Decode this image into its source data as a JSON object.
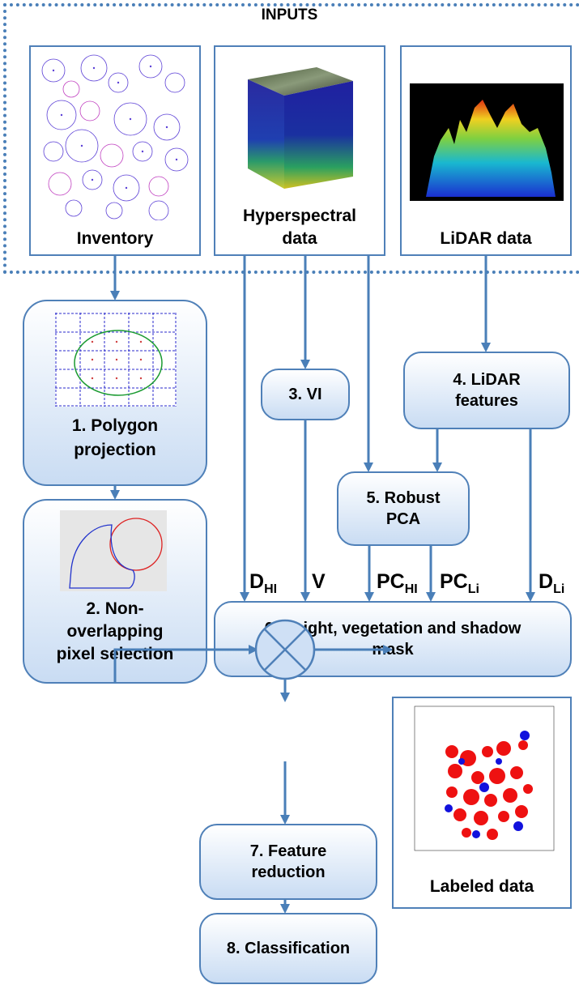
{
  "inputs": {
    "title": "INPUTS",
    "inventory_label": "Inventory",
    "hyperspectral_label_line1": "Hyperspectral",
    "hyperspectral_label_line2": "data",
    "lidar_label": "LiDAR data"
  },
  "steps": {
    "polygon_line1": "1. Polygon",
    "polygon_line2": "projection",
    "nonoverlap_line1": "2.  Non-",
    "nonoverlap_line2": "overlapping",
    "nonoverlap_line3": "pixel selection",
    "vi": "3. VI",
    "lidar_features_line1": "4. LiDAR",
    "lidar_features_line2": "features",
    "robust_pca_line1": "5. Robust",
    "robust_pca_line2": "PCA",
    "mask_line1": "6. Height, vegetation and shadow",
    "mask_line2": "mask",
    "feature_reduction_line1": "7. Feature",
    "feature_reduction_line2": "reduction",
    "classification": "8. Classification"
  },
  "edges": {
    "dhi_main": "D",
    "dhi_sub": "HI",
    "v": "V",
    "pchi_main": "PC",
    "pchi_sub": "HI",
    "pcli_main": "PC",
    "pcli_sub": "Li",
    "dli_main": "D",
    "dli_sub": "Li"
  },
  "labeled": {
    "label": "Labeled data"
  },
  "colors": {
    "arrow": "#4a7fb8",
    "border": "#4f80b8",
    "box_gradient_end": "#c9dcf3",
    "class_red": "#ee1111",
    "class_blue": "#1111dd"
  }
}
